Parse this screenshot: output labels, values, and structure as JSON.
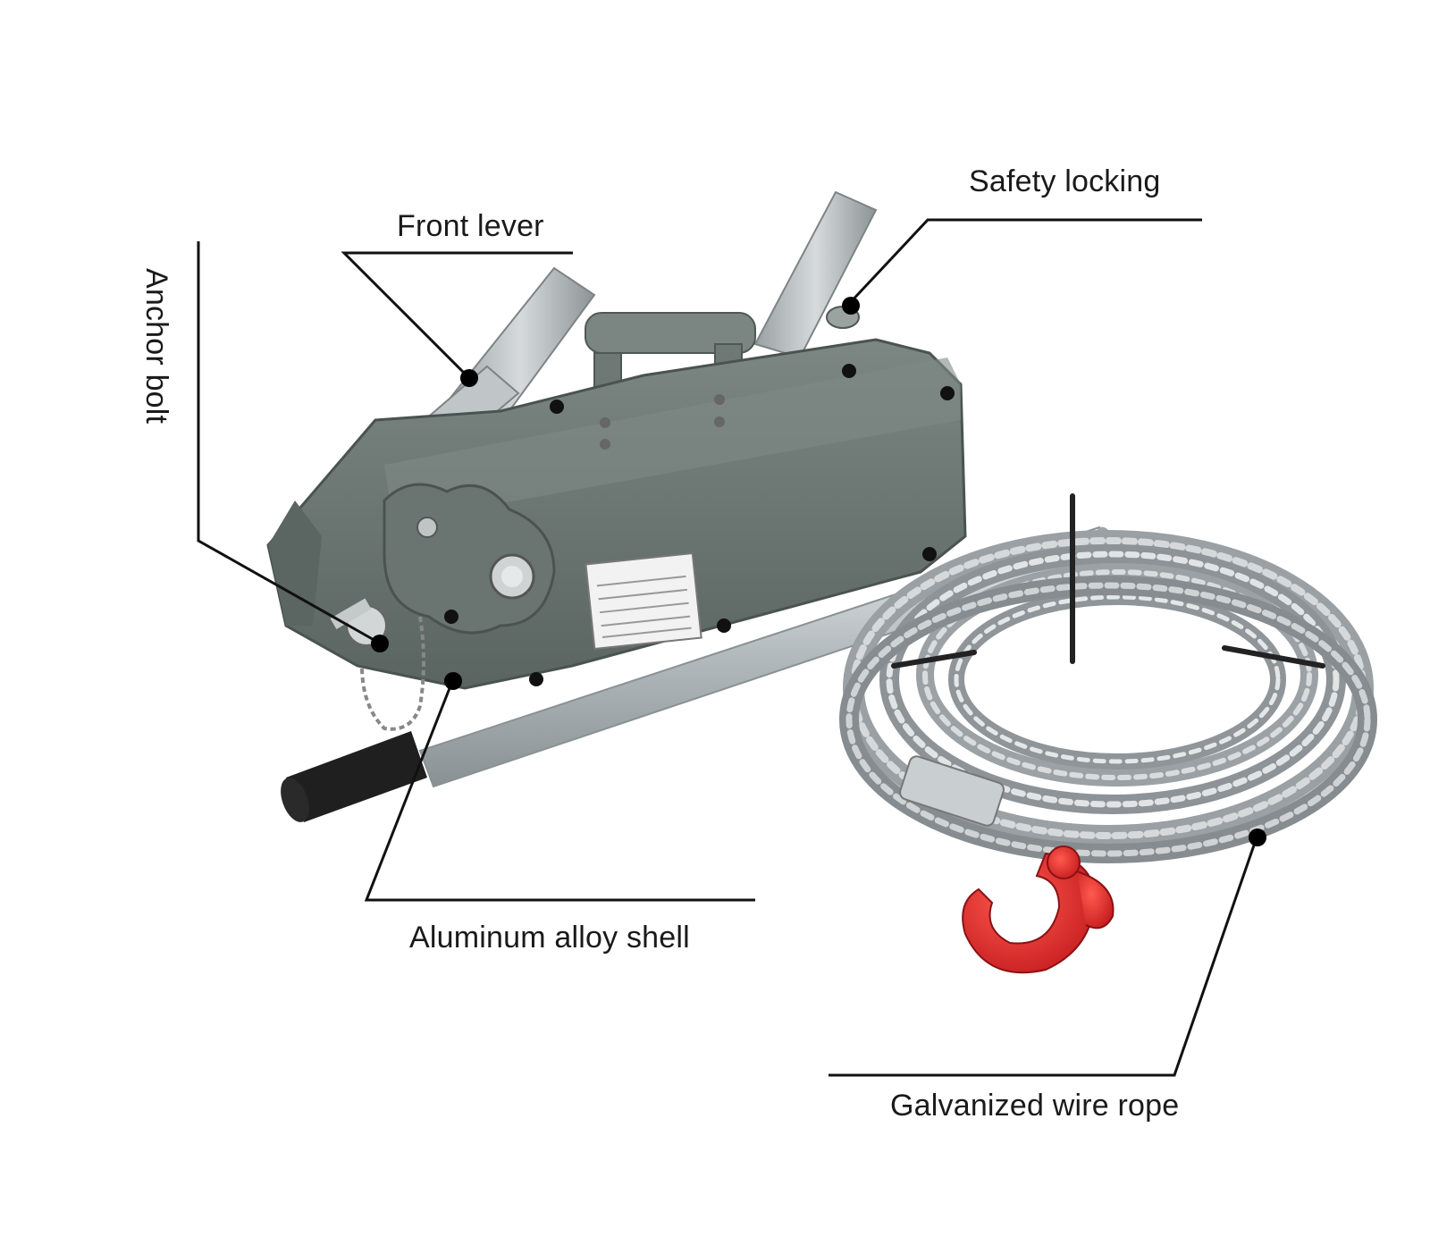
{
  "labels": {
    "front_lever": "Front lever",
    "safety_locking": "Safety locking",
    "anchor_bolt": "Anchor bolt",
    "aluminum_shell": "Aluminum alloy shell",
    "wire_rope": "Galvanized wire rope"
  },
  "colors": {
    "body": "#6e7874",
    "body_dark": "#4f5855",
    "steel": "#b9c0c2",
    "hook": "#e0262a",
    "callout_line": "#111111",
    "dot": "#000000"
  }
}
